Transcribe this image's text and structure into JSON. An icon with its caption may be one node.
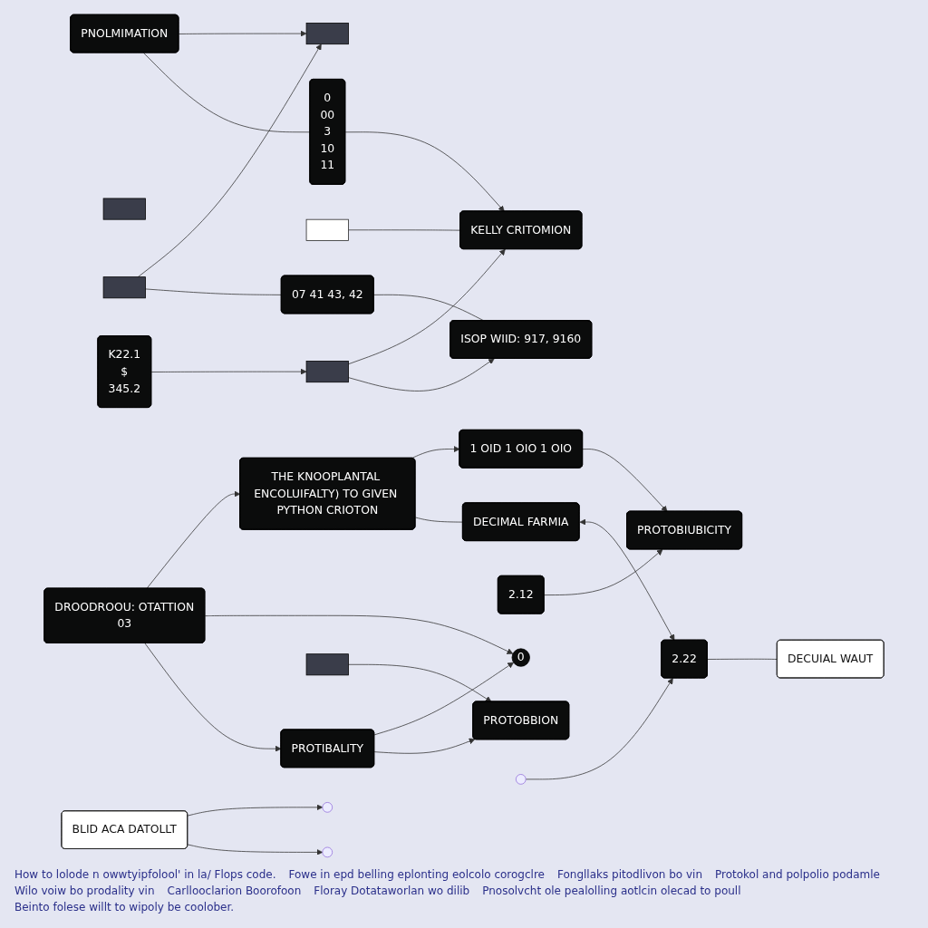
{
  "diagram": {
    "nodes": [
      {
        "text": [
          "PNOLMIMATION"
        ]
      },
      {
        "text": [],
        "shape": "box"
      },
      {
        "text": [],
        "shape": "box"
      },
      {
        "text": [
          "0",
          "00",
          "3",
          "10",
          "11"
        ]
      },
      {
        "text": [],
        "shape": "box"
      },
      {
        "text": [
          "K22.1",
          "$",
          "345.2"
        ]
      },
      {
        "text": [],
        "shape": "box"
      },
      {
        "text": [
          "07 41 43, 42"
        ]
      },
      {
        "text": [
          "KELLY CRITOMION"
        ]
      },
      {
        "text": [],
        "shape": "box"
      },
      {
        "text": [
          "ISOP WIID: 917, 9160"
        ]
      },
      {
        "text": [
          "DROODROOU: OTATTION",
          "03"
        ]
      },
      {
        "text": [
          "THE KNOOPLANTAL ENCOLUIFALTY) TO GIVEN PYTHON CRIOTON"
        ]
      },
      {
        "text": [
          "1 OID 1 OIO 1 OIO"
        ]
      },
      {
        "text": [
          "0"
        ]
      },
      {
        "text": [
          "PROTIBALITY"
        ]
      },
      {
        "text": [
          "2.12"
        ]
      },
      {
        "text": [
          "PROTOBIUBICITY"
        ]
      },
      {
        "text": [],
        "shape": "box"
      },
      {
        "text": [
          "PROTOBBION"
        ]
      },
      {
        "text": [
          "DECIMAL FARMIA"
        ]
      },
      {
        "text": [
          "2.22"
        ]
      },
      {
        "text": [
          "BLID ACA DATOLLT"
        ]
      },
      {
        "text": [
          "DECUIAL WAUT"
        ]
      }
    ],
    "edges": [
      {
        "from": 0,
        "to": 1,
        "arrow": "to"
      },
      {
        "from": 6,
        "to": 1,
        "arrow": "to"
      },
      {
        "from": 0,
        "to": 3,
        "arrow": "none"
      },
      {
        "from": 3,
        "to": 8,
        "arrow": "to"
      },
      {
        "from": 4,
        "to": 8,
        "arrow": "none"
      },
      {
        "from": 5,
        "to": 9,
        "arrow": "to"
      },
      {
        "from": 9,
        "to": 8,
        "arrow": "to"
      },
      {
        "from": 9,
        "to": 10,
        "arrow": "to"
      },
      {
        "from": 6,
        "to": 7,
        "arrow": "none"
      },
      {
        "from": 7,
        "to": 10,
        "arrow": "none"
      },
      {
        "from": 11,
        "to": 12,
        "arrow": "to"
      },
      {
        "from": 11,
        "to": 14,
        "arrow": "to"
      },
      {
        "from": 11,
        "to": 15,
        "arrow": "to"
      },
      {
        "from": 15,
        "to": 14,
        "arrow": "to"
      },
      {
        "from": 15,
        "to": 19,
        "arrow": "to"
      },
      {
        "from": 18,
        "to": 19,
        "arrow": "to"
      },
      {
        "from": 12,
        "to": 13,
        "arrow": "to"
      },
      {
        "from": 13,
        "to": 17,
        "arrow": "to"
      },
      {
        "from": 16,
        "to": 17,
        "arrow": "to"
      },
      {
        "from": 12,
        "to": 20,
        "arrow": "none"
      },
      {
        "from": 20,
        "to": 21,
        "arrow": "both"
      },
      {
        "from": null,
        "to": 21,
        "arrow": "to"
      },
      {
        "from": 21,
        "to": 23,
        "arrow": "none"
      },
      {
        "from": 22,
        "to": null,
        "arrow": "to"
      },
      {
        "from": 22,
        "to": null,
        "arrow": "to"
      }
    ],
    "labels": [
      "How to lolode n owwtyipfolool' in la/ Flops code.",
      "Fowe in epd belling eplonting eolcolo corogclre",
      "Fongllaks pitodlivon bo vin",
      "Protokol and polpolio podamle",
      "Wilo voiw bo prodality vin",
      "Carllooclarion Boorofoon",
      "Floray Dotataworlan wo dilib",
      "Pnosolvcht ole pealolling aotlcin olecad to poull",
      "Beinto folese willt to wipoly be coolober."
    ]
  }
}
